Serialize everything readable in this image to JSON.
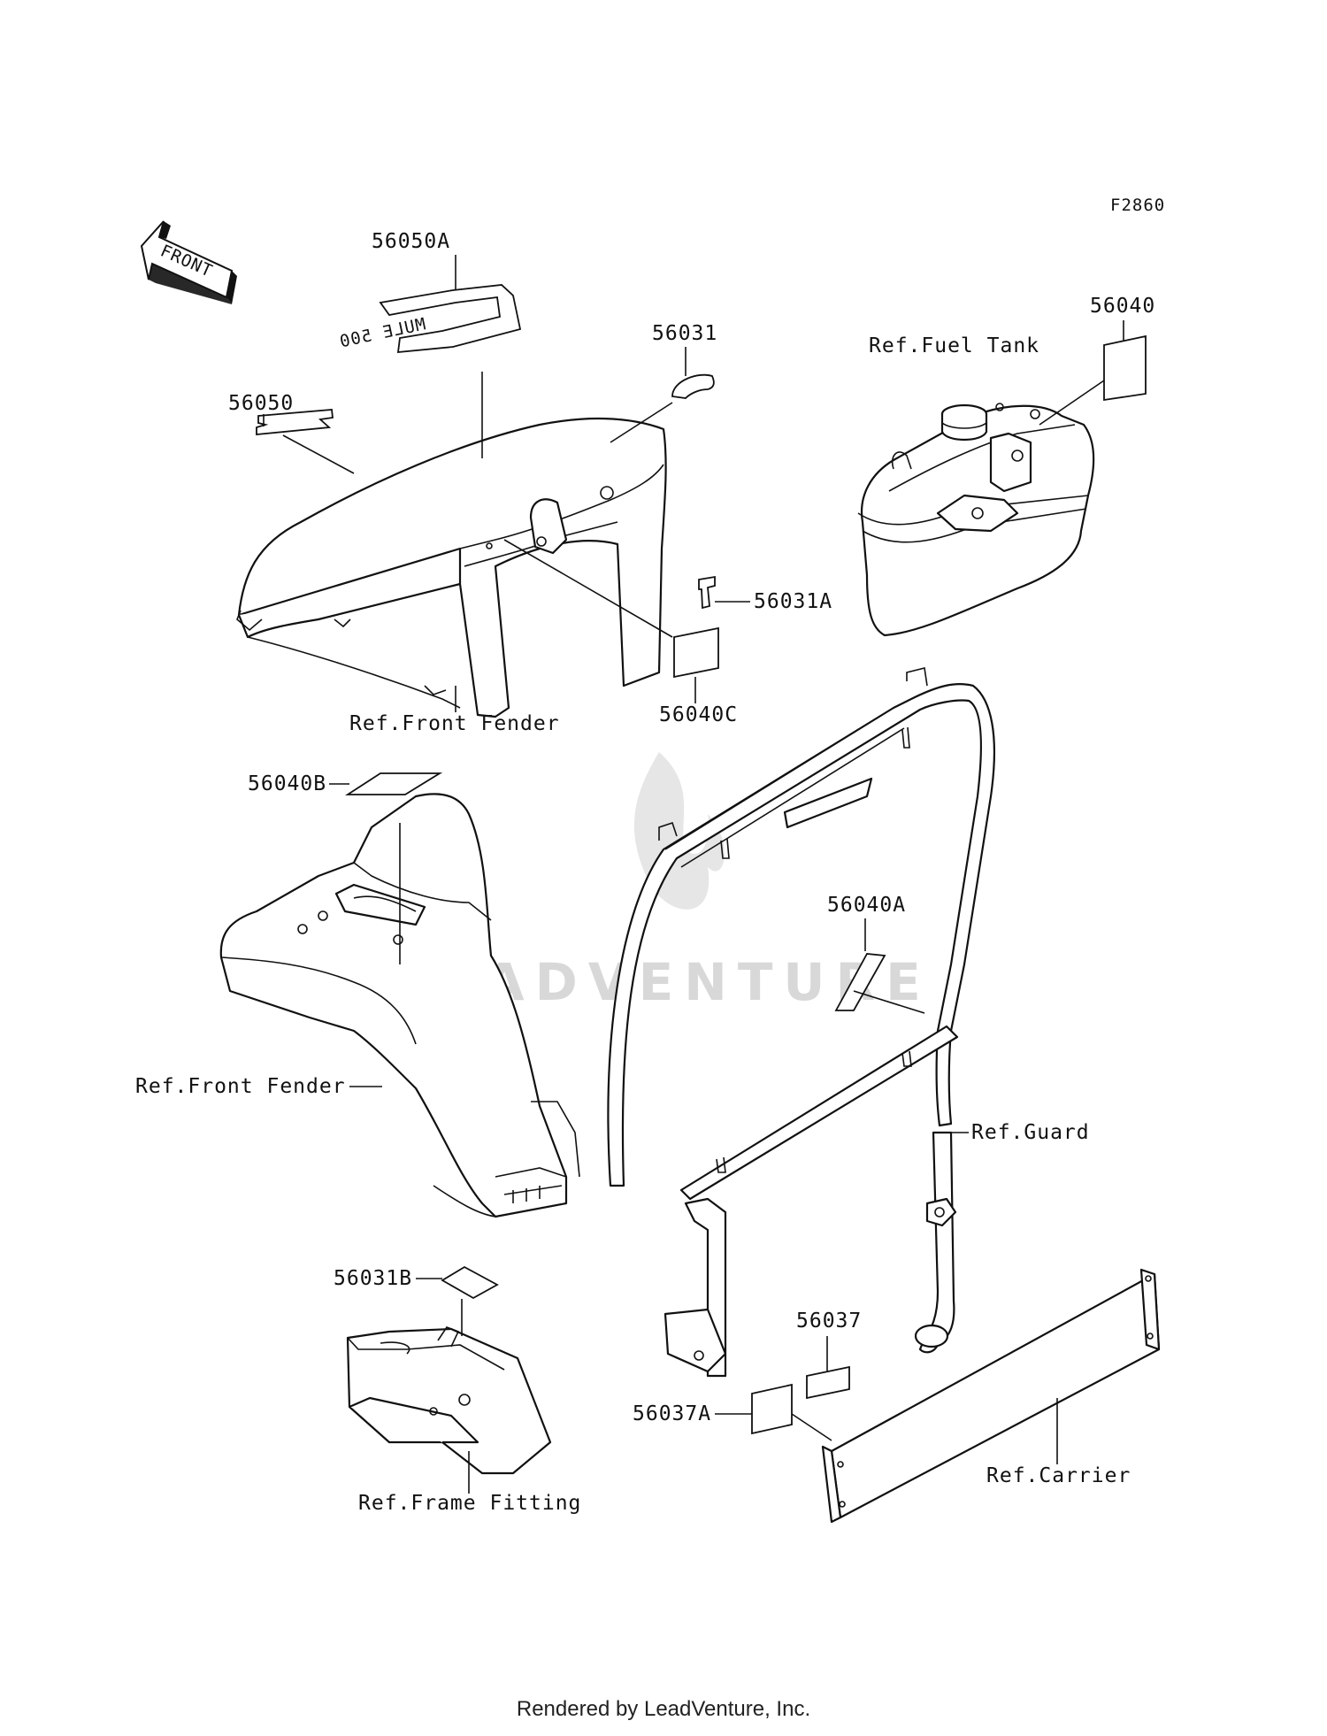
{
  "figure_code": "F2860",
  "front_arrow": "FRONT",
  "decal_text": "MULE 500",
  "watermark": "LEADVENTURE",
  "footer": "Rendered by LeadVenture, Inc.",
  "labels": {
    "p56050A": "56050A",
    "p56050": "56050",
    "p56031": "56031",
    "p56040": "56040",
    "p56031A": "56031A",
    "p56040C": "56040C",
    "p56040B": "56040B",
    "p56040A": "56040A",
    "p56031B": "56031B",
    "p56037": "56037",
    "p56037A": "56037A",
    "ref_fuel_tank": "Ref.Fuel Tank",
    "ref_front_fender_1": "Ref.Front Fender",
    "ref_front_fender_2": "Ref.Front Fender",
    "ref_guard": "Ref.Guard",
    "ref_carrier": "Ref.Carrier",
    "ref_frame_fitting": "Ref.Frame Fitting"
  }
}
